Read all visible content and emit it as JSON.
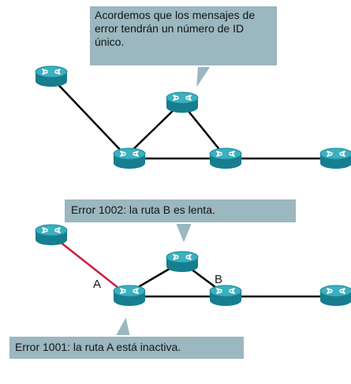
{
  "callouts": {
    "top": "Acordemos que los mensajes de error tendrán un número de ID único.",
    "middle": "Error 1002: la ruta B es lenta.",
    "bottom": "Error 1001: la ruta A está inactiva."
  },
  "route_labels": {
    "a": "A",
    "b": "B"
  },
  "colors": {
    "callout_fill": "#9bb7bf",
    "callout_border": "#ffffff",
    "router_body": "#1f8a9b",
    "router_top": "#37a9b8",
    "link": "#000000",
    "failed_link": "#c8203f"
  },
  "icons": {
    "router": "router-icon"
  }
}
